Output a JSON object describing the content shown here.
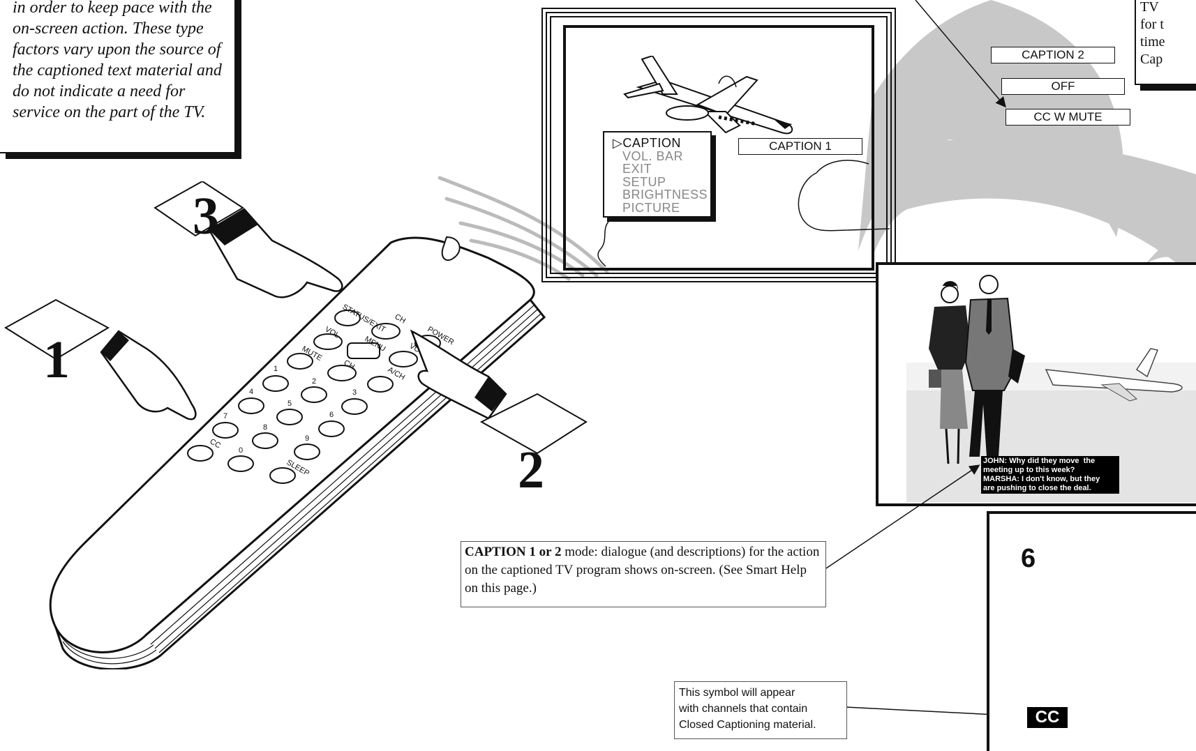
{
  "smart_help": {
    "text": "in order to keep pace with the on-screen action. These type factors vary upon the source of the captioned text material and do not indicate a need for service on the part of the TV."
  },
  "top_right_note": {
    "text": "TV\nfor t\ntime\nCap"
  },
  "caption_options": [
    "CAPTION  2",
    "OFF",
    "CC W MUTE"
  ],
  "caption_selected": "CAPTION  1",
  "menu": {
    "items": [
      "CAPTION",
      "VOL. BAR",
      "EXIT",
      "SETUP",
      "BRIGHTNESS",
      "PICTURE"
    ],
    "active_index": 0
  },
  "steps": [
    "1",
    "2",
    "3"
  ],
  "remote": {
    "labels": [
      "STATUS/EXIT",
      "CH",
      "POWER",
      "VOL",
      "MENU",
      "MUTE",
      "CH",
      "VOL",
      "A/CH",
      "1",
      "2",
      "3",
      "4",
      "5",
      "6",
      "7",
      "8",
      "9",
      "0",
      "CC",
      "SLEEP"
    ]
  },
  "subtitle_text": "JOHN: Why did they move  the\nmeeting up to this week?\nMARSHA: I don't know, but they\nare pushing to close the deal.",
  "caption_description": {
    "bold": "CAPTION 1 or 2",
    "text": " mode: dialogue (and descriptions) for the action on the captioned TV program shows on-screen. (See Smart Help on this page.)"
  },
  "page_number": "6",
  "symbol_note": {
    "text": "This symbol will appear\nwith channels that contain\nClosed Captioning material."
  },
  "cc_symbol": "CC",
  "colors": {
    "ink": "#111111",
    "gray_beam": "#c8c8c8",
    "menu_inactive": "#888888"
  }
}
